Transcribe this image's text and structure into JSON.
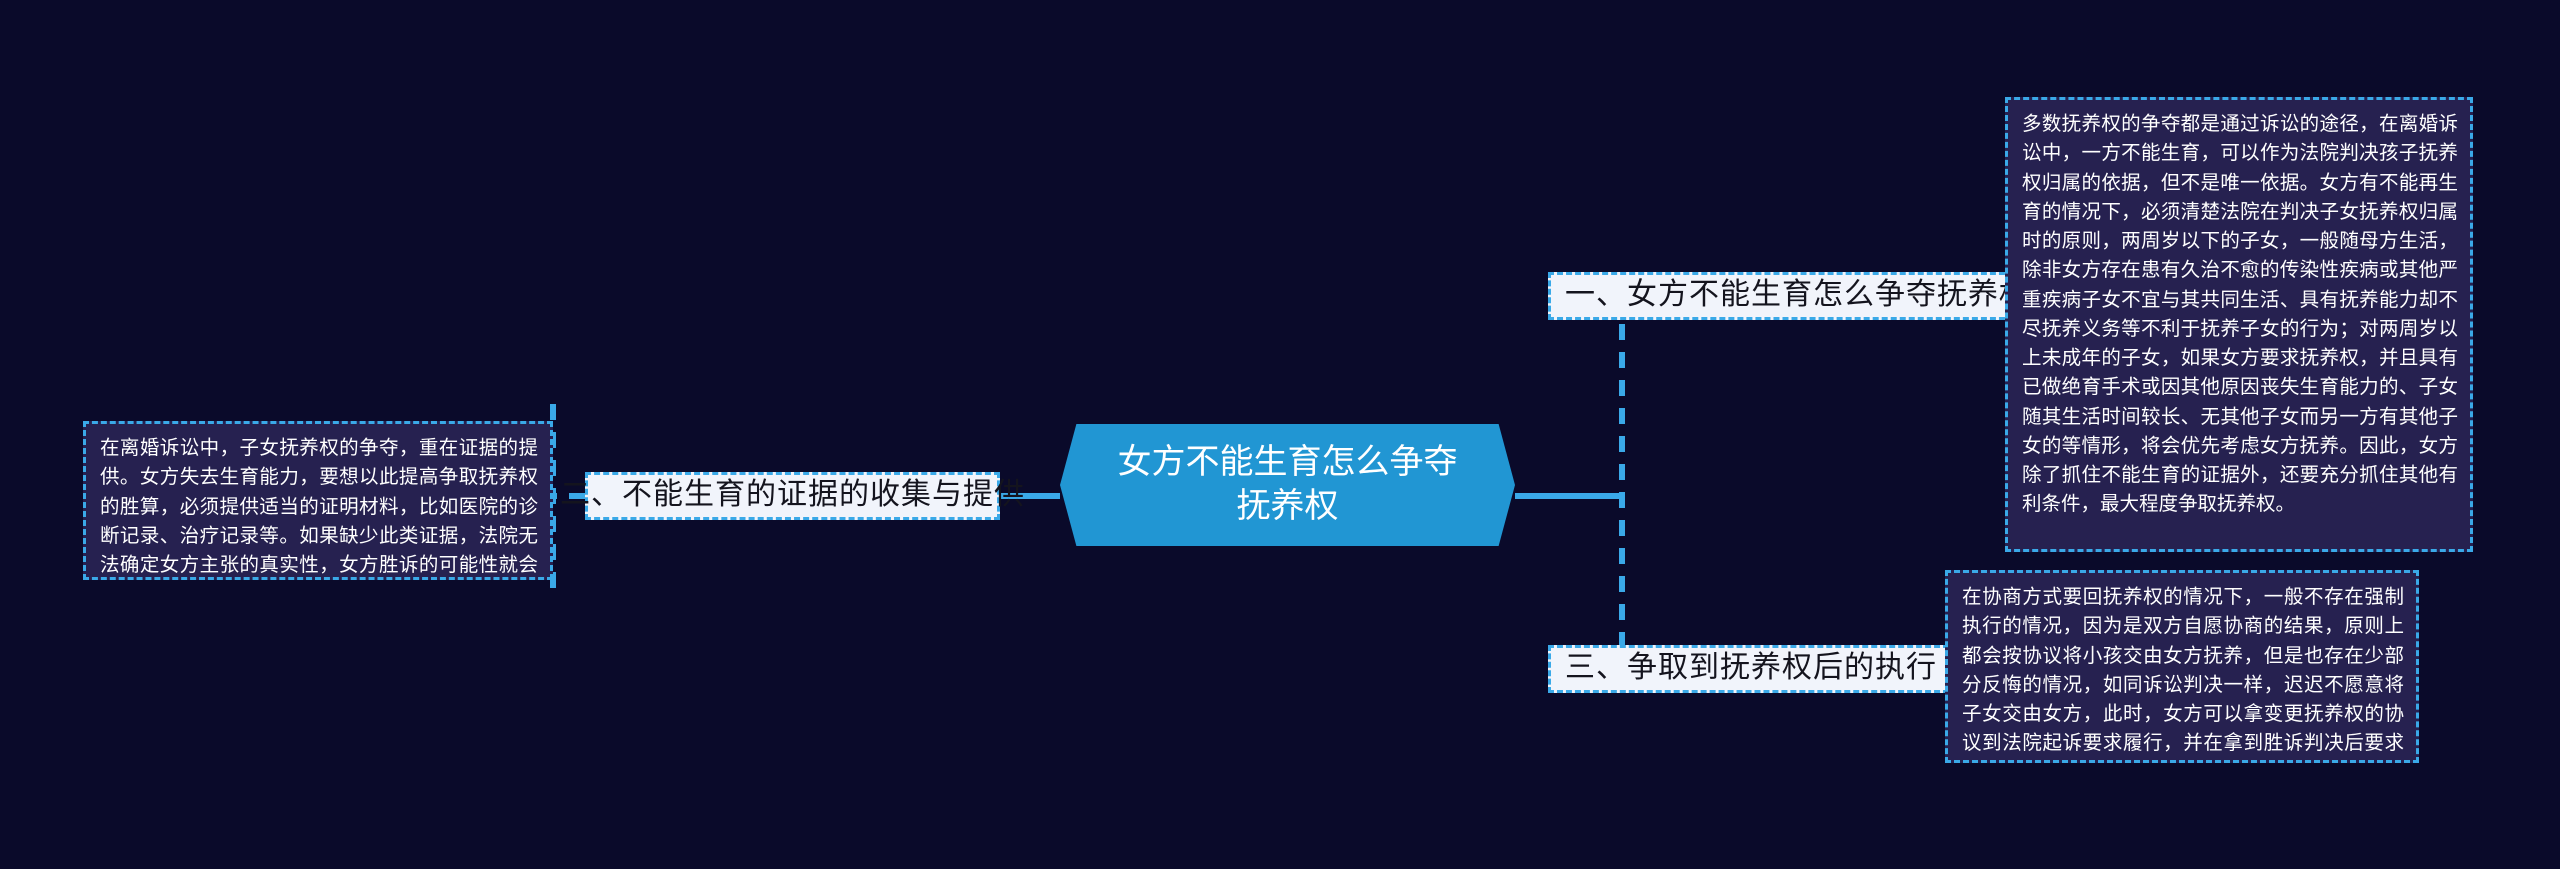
{
  "mindmap": {
    "background_color": "#0a0a2a",
    "accent_color": "#2196d3",
    "dash_color": "#3aa9e8",
    "chip_background": "#f1f4fb",
    "panel_background": "#262150",
    "center": {
      "label": "女方不能生育怎么争夺抚养权"
    },
    "branches": [
      {
        "id": "branch-1",
        "title": "一、女方不能生育怎么争夺抚养权",
        "detail": "多数抚养权的争夺都是通过诉讼的途径，在离婚诉讼中，一方不能生育，可以作为法院判决孩子抚养权归属的依据，但不是唯一依据。女方有不能再生育的情况下，必须清楚法院在判决子女抚养权归属时的原则，两周岁以下的子女，一般随母方生活，除非女方存在患有久治不愈的传染性疾病或其他严重疾病子女不宜与其共同生活、具有抚养能力却不尽抚养义务等不利于抚养子女的行为；对两周岁以上未成年的子女，如果女方要求抚养权，并且具有已做绝育手术或因其他原因丧失生育能力的、子女随其生活时间较长、无其他子女而另一方有其他子女的等情形，将会优先考虑女方抚养。因此，女方除了抓住不能生育的证据外，还要充分抓住其他有利条件，最大程度争取抚养权。"
      },
      {
        "id": "branch-2",
        "title": "二、不能生育的证据的收集与提供",
        "detail": "在离婚诉讼中，子女抚养权的争夺，重在证据的提供。女方失去生育能力，要想以此提高争取抚养权的胜算，必须提供适当的证明材料，比如医院的诊断记录、治疗记录等。如果缺少此类证据，法院无法确定女方主张的真实性，女方胜诉的可能性就会打折扣。"
      },
      {
        "id": "branch-3",
        "title": "三、争取到抚养权后的执行",
        "detail": "在协商方式要回抚养权的情况下，一般不存在强制执行的情况，因为是双方自愿协商的结果，原则上都会按协议将小孩交由女方抚养，但是也存在少部分反悔的情况，如同诉讼判决一样，迟迟不愿意将子女交由女方，此时，女方可以拿变更抚养权的协议到法院起诉要求履行，并在拿到胜诉判决后要求强制执行。"
      }
    ]
  }
}
